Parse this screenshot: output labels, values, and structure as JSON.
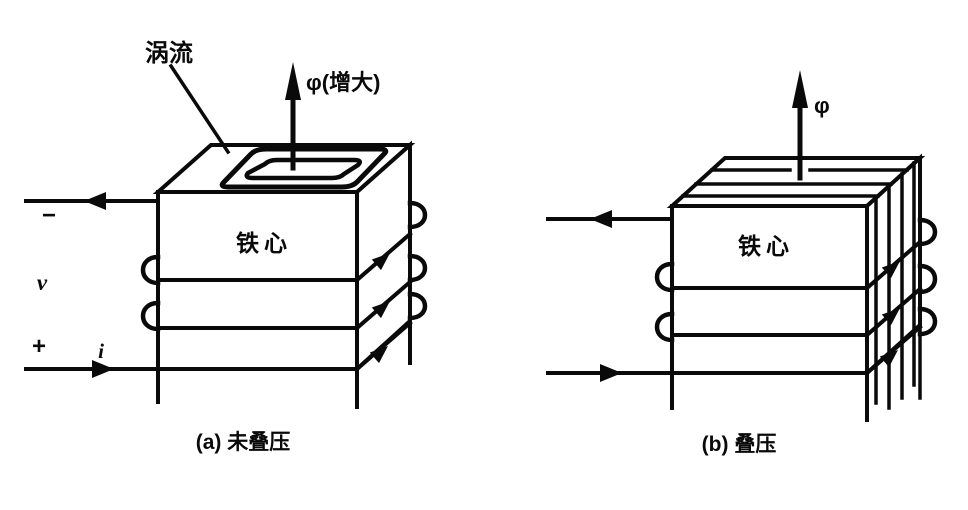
{
  "figure": {
    "background_color": "#ffffff",
    "ink_color": "#0a0a0a",
    "diagram_a": {
      "caption": "(a) 未叠压",
      "core_label": "铁心",
      "eddy_current_label": "涡流",
      "flux_label": "φ(增大)",
      "terminal_minus": "−",
      "voltage_label": "v",
      "terminal_plus": "+",
      "current_label": "i"
    },
    "diagram_b": {
      "caption": "(b) 叠压",
      "core_label": "铁心",
      "flux_label": "φ"
    }
  }
}
